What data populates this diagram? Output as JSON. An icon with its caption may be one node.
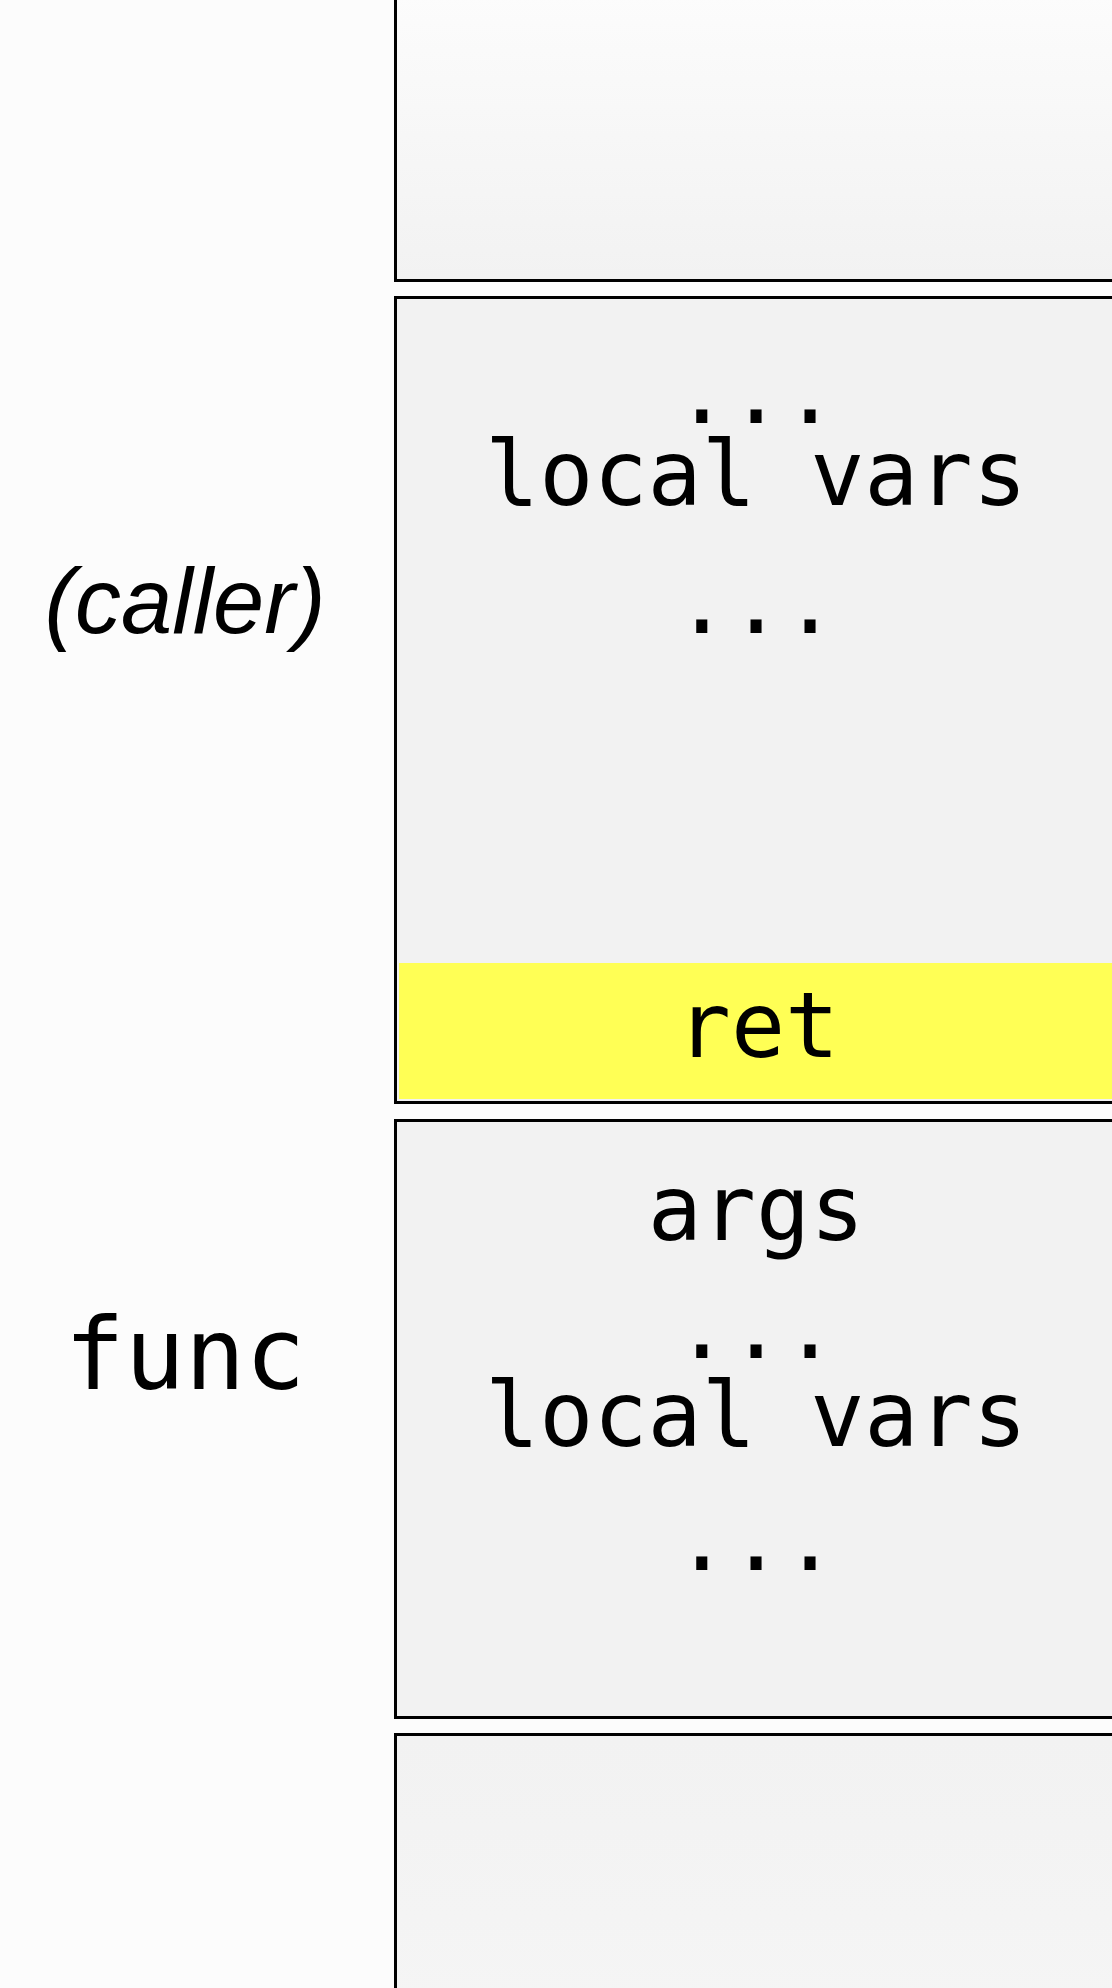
{
  "diagram": {
    "nodes": [
      {
        "text": [],
        "shape": "box"
      },
      {
        "text": [
          "...",
          "local vars",
          "..."
        ],
        "beside": [
          "(caller)"
        ]
      },
      {
        "text": [
          "ret"
        ],
        "in": 1
      },
      {
        "text": [
          "args",
          "...",
          "local vars",
          "..."
        ],
        "beside": [
          "func"
        ]
      },
      {
        "text": [],
        "shape": "box"
      }
    ]
  }
}
